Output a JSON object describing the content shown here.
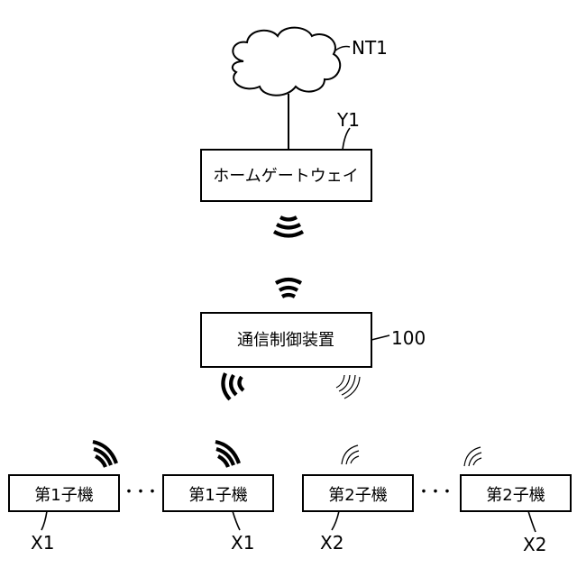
{
  "network": {
    "label": "NT1"
  },
  "gateway": {
    "ref": "Y1",
    "label": "ホームゲートウェイ"
  },
  "controller": {
    "ref": "100",
    "label": "通信制御装置"
  },
  "children": [
    {
      "label": "第1子機",
      "ref": "X1"
    },
    {
      "label": "第1子機",
      "ref": "X1"
    },
    {
      "label": "第2子機",
      "ref": "X2"
    },
    {
      "label": "第2子機",
      "ref": "X2"
    }
  ],
  "ellipsis": "･･･"
}
